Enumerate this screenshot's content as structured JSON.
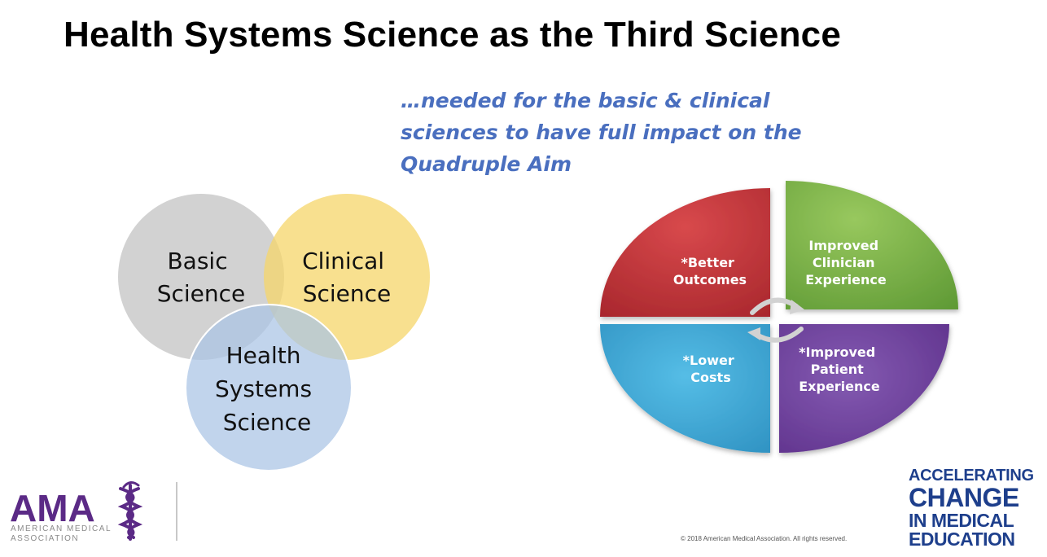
{
  "slide": {
    "title": "Health Systems Science as the Third Science",
    "subtitle_lines": [
      "…needed for the basic & clinical",
      "sciences to have full impact on the",
      "Quadruple Aim"
    ]
  },
  "venn": {
    "basic": {
      "lines": [
        "Basic",
        "Science"
      ],
      "color": "#cccccc"
    },
    "clinical": {
      "lines": [
        "Clinical",
        "Science"
      ],
      "color": "#f6d56a"
    },
    "health": {
      "lines": [
        "Health",
        "Systems",
        "Science"
      ],
      "color": "#a9c4e4"
    }
  },
  "quadruple_aim": {
    "better_outcomes": {
      "lines": [
        "*Better",
        "Outcomes"
      ],
      "color": "#c7353a"
    },
    "clinician_experience": {
      "lines": [
        "Improved",
        "Clinician",
        "Experience"
      ],
      "color": "#7fb548"
    },
    "lower_costs": {
      "lines": [
        "*Lower",
        "Costs"
      ],
      "color": "#3aa8d6"
    },
    "patient_experience": {
      "lines": [
        "*Improved",
        "Patient",
        "Experience"
      ],
      "color": "#6e3f9c"
    }
  },
  "footer": {
    "ama_logo": {
      "word": "AMA",
      "sub_lines": [
        "AMERICAN MEDICAL",
        "ASSOCIATION"
      ],
      "icon": "caduceus-icon"
    },
    "copyright": "© 2018 American Medical Association. All rights reserved.",
    "ace_logo": {
      "lines": [
        "ACCELERATING",
        "CHANGE",
        "IN MEDICAL",
        "EDUCATION"
      ]
    }
  }
}
